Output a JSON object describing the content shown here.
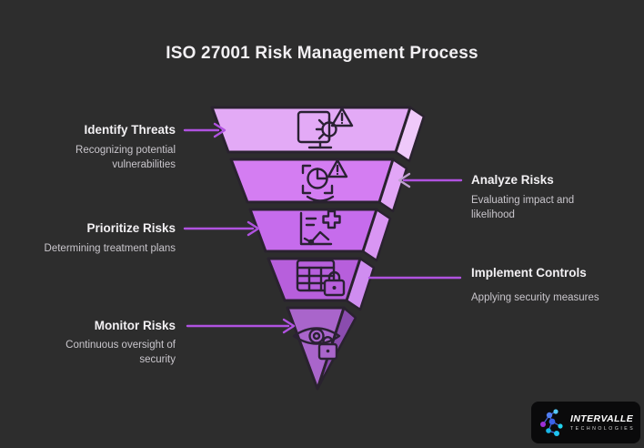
{
  "title": "ISO 27001 Risk Management Process",
  "funnel": {
    "steps": [
      {
        "title": "Identify Threats",
        "description": "Recognizing potential vulnerabilities",
        "color": "#e3aaf6",
        "side_color": "#efc9fa",
        "icon": "monitor-bug-alert"
      },
      {
        "title": "Analyze Risks",
        "description": "Evaluating impact and likelihood",
        "color": "#d47df2",
        "side_color": "#e2a6f7",
        "icon": "scan-alert"
      },
      {
        "title": "Prioritize Risks",
        "description": "Determining treatment plans",
        "color": "#c66cec",
        "side_color": "#d996f3",
        "icon": "chart-plus"
      },
      {
        "title": "Implement Controls",
        "description": "Applying security measures",
        "color": "#b75fdc",
        "side_color": "#cf8df0",
        "icon": "table-lock"
      },
      {
        "title": "Monitor Risks",
        "description": "Continuous oversight of security",
        "color": "#a965cb",
        "side_color": "#8a4cae",
        "icon": "eye-lock"
      }
    ]
  },
  "branding": {
    "name": "INTERVALLE",
    "tagline": "TECHNOLOGIES"
  },
  "colors": {
    "background": "#2d2d2d",
    "arrow": "#b052e0",
    "arrow_muted": "#bfa0d0",
    "outline": "#29222e",
    "icon_stroke": "#2a2133",
    "title_text": "#f2f0f3",
    "desc_text": "#c9c6cc"
  }
}
